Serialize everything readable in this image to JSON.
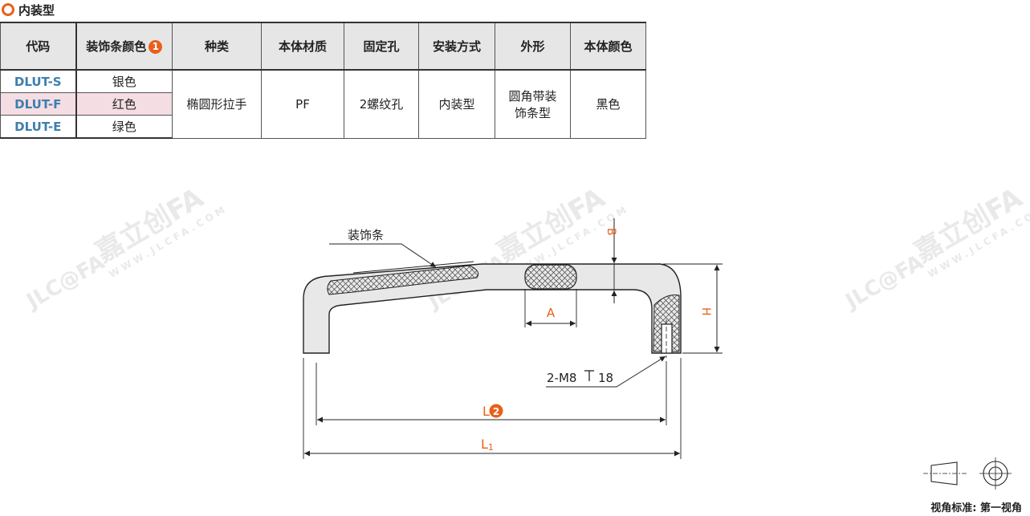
{
  "section": {
    "title": "内装型"
  },
  "table": {
    "headers": [
      "代码",
      "装饰条颜色",
      "种类",
      "本体材质",
      "固定孔",
      "安装方式",
      "外形",
      "本体颜色"
    ],
    "header_badge": "1",
    "rows": [
      {
        "code": "DLUT-S",
        "trim_color": "银色"
      },
      {
        "code": "DLUT-F",
        "trim_color": "红色"
      },
      {
        "code": "DLUT-E",
        "trim_color": "绿色"
      }
    ],
    "shared": {
      "kind": "椭圆形拉手",
      "material": "PF",
      "holes": "2螺纹孔",
      "mount": "内装型",
      "shape_line1": "圆角带装",
      "shape_line2": "饰条型",
      "body_color": "黑色"
    }
  },
  "drawing": {
    "trim_label": "装饰条",
    "dim_A": "A",
    "dim_B": "B",
    "dim_H": "H",
    "thread_label": "2-M8",
    "thread_depth": "18",
    "dim_L": "L",
    "dim_L_badge": "2",
    "dim_L1": "L",
    "dim_L1_sub": "1",
    "watermark_brand": "嘉立创FA",
    "watermark_url": "WWW.JLCFA.COM",
    "watermark_logo": "JLC@FA"
  },
  "view_standard": {
    "label": "视角标准: 第一视角"
  },
  "colors": {
    "accent": "#e8601c",
    "code": "#3d7fae",
    "pink_row": "#f5dde4",
    "header_bg": "#e6e6e6"
  }
}
